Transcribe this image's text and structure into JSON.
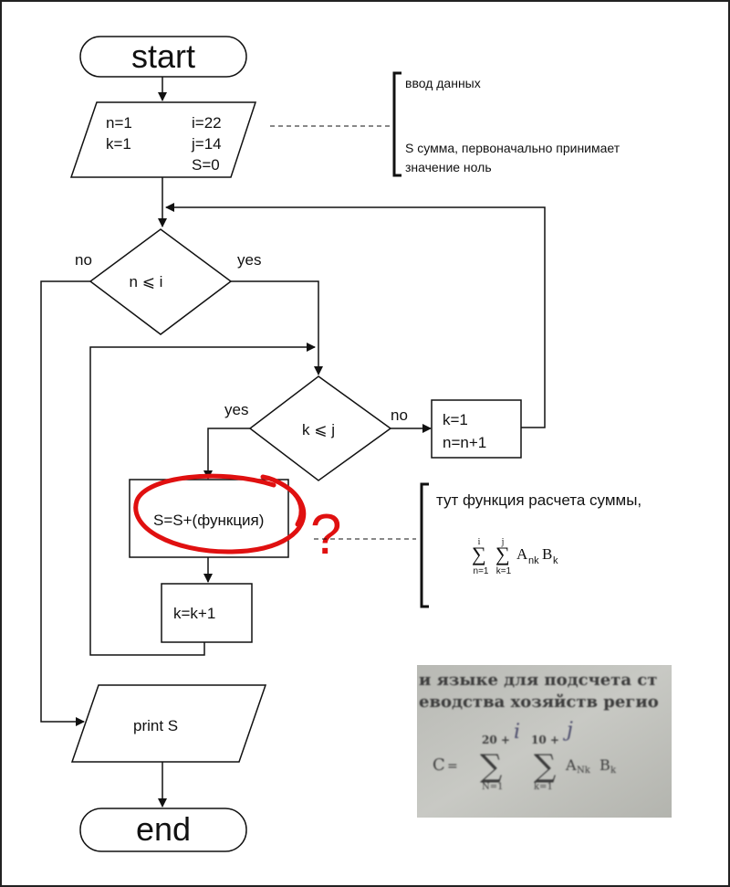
{
  "start_label": "start",
  "end_label": "end",
  "input_block": {
    "lines_left": [
      "n=1",
      "k=1"
    ],
    "lines_right": [
      "i=22",
      "j=14",
      "S=0"
    ]
  },
  "decision_outer": {
    "label": "n ⩽ i",
    "yes": "yes",
    "no": "no"
  },
  "decision_inner": {
    "label": "k ⩽ j",
    "yes": "yes",
    "no": "no"
  },
  "process_kn": {
    "lines": [
      "k=1",
      "n=n+1"
    ]
  },
  "process_sum": {
    "label": "S=S+(функция)"
  },
  "process_k": {
    "label": "k=k+1"
  },
  "output_block": {
    "label": "print S"
  },
  "question_mark": "?",
  "note_input": {
    "line1": "ввод данных",
    "line2": "S сумма, первоначально принимает",
    "line3": "значение ноль"
  },
  "note_function": {
    "title": "тут функция расчета суммы,",
    "formula": {
      "sigma": "∑",
      "upper1": "i",
      "lower1": "n=1",
      "upper2": "j",
      "lower2": "k=1",
      "A": "A",
      "A_sub": "nk",
      "B": "B",
      "B_sub": "k"
    }
  },
  "photo_excerpt": {
    "line1": "и языке для подсчета ст",
    "line2": "еводства хозяйств регио",
    "formula_prefix": "C",
    "formula_eq": "=",
    "sum1_upper": "20 +",
    "sum1_lower": "N=1",
    "sum2_upper": "10 +",
    "sum2_lower": "k=1",
    "sigma": "∑",
    "terms": "A",
    "terms_sub": "Nk",
    "terms_b": "B",
    "terms_b_sub": "k",
    "hand_i": "i",
    "hand_j": "j"
  }
}
